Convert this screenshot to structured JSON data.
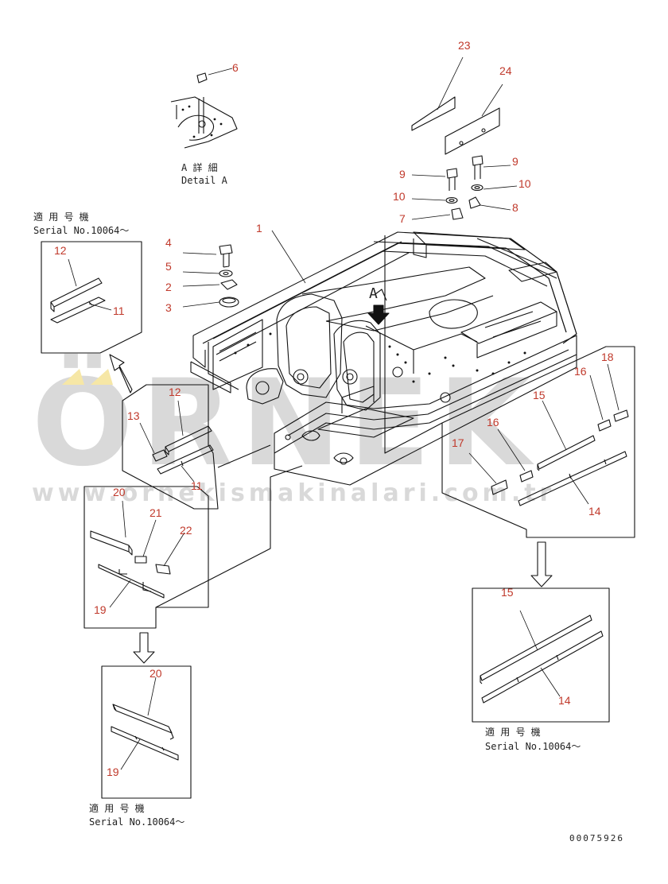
{
  "watermark": {
    "brand": "ÖRNEK",
    "url": "www.ornekismakinalari.com.tr"
  },
  "detail": {
    "jp": "A 詳 細",
    "en": "Detail A"
  },
  "serial_captions": [
    {
      "jp": "適 用 号 機",
      "en": "Serial No.10064～"
    },
    {
      "jp": "適 用 号 機",
      "en": "Serial No.10064～"
    },
    {
      "jp": "適 用 号 機",
      "en": "Serial No.10064～"
    }
  ],
  "view_letter": "A",
  "doc_number": "00075926",
  "callouts": {
    "c1": "1",
    "c2": "2",
    "c3": "3",
    "c4": "4",
    "c5": "5",
    "c6": "6",
    "c7": "7",
    "c8": "8",
    "c9a": "9",
    "c9b": "9",
    "c10a": "10",
    "c10b": "10",
    "c11a": "11",
    "c11b": "11",
    "c12a": "12",
    "c12b": "12",
    "c13": "13",
    "c14a": "14",
    "c14b": "14",
    "c15a": "15",
    "c15b": "15",
    "c16a": "16",
    "c16b": "16",
    "c17": "17",
    "c18": "18",
    "c19a": "19",
    "c19b": "19",
    "c20a": "20",
    "c20b": "20",
    "c21": "21",
    "c22": "22",
    "c23": "23",
    "c24": "24"
  }
}
